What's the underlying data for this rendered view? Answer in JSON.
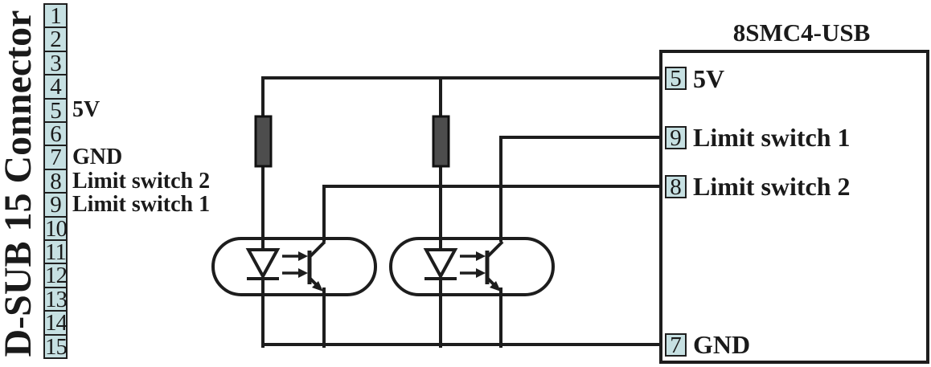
{
  "dsub": {
    "title": "D-SUB 15 Connector",
    "pins": [
      "1",
      "2",
      "3",
      "4",
      "5",
      "6",
      "7",
      "8",
      "9",
      "10",
      "11",
      "12",
      "13",
      "14",
      "15"
    ],
    "pin_labels": [
      {
        "pin": "5",
        "label": "5V"
      },
      {
        "pin": "7",
        "label": "GND"
      },
      {
        "pin": "8",
        "label": "Limit switch 2"
      },
      {
        "pin": "9",
        "label": "Limit switch 1"
      }
    ]
  },
  "controller": {
    "title": "8SMC4-USB",
    "pins": [
      {
        "number": "5",
        "label": "5V"
      },
      {
        "number": "9",
        "label": "Limit switch 1"
      },
      {
        "number": "8",
        "label": "Limit switch 2"
      },
      {
        "number": "7",
        "label": "GND"
      }
    ]
  },
  "components": {
    "optocouplers": [
      "optocoupler-1",
      "optocoupler-2"
    ],
    "resistors": [
      "pullup-resistor-1",
      "pullup-resistor-2"
    ]
  },
  "colors": {
    "wire": "#1d1d1d",
    "pin_fill": "#c6e0e2",
    "resistor_fill": "#4d4d4d",
    "text": "#1a1a1a"
  }
}
